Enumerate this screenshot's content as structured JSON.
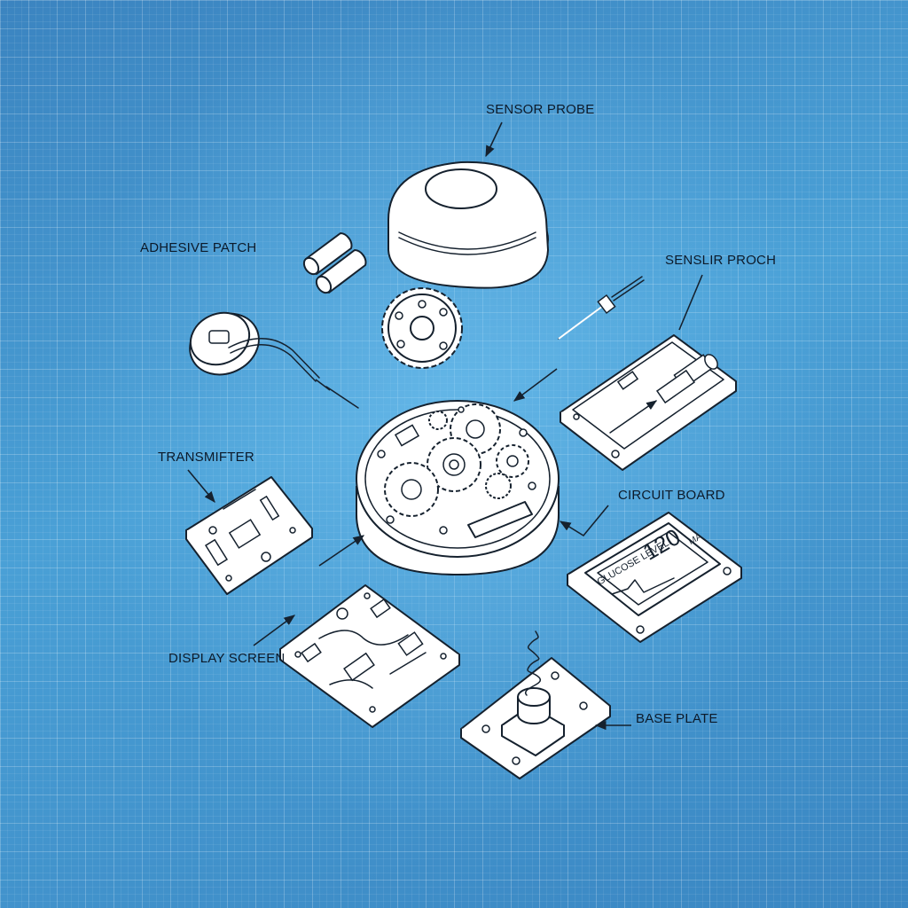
{
  "labels": {
    "sensor_probe": "SENSOR PROBE",
    "adhesive_patch": "ADHESIVE PATCH",
    "sensor_proch": "SENSLIR PROCH",
    "transmitter": "TRANSMIFTER",
    "circuit_board": "CIRCUIT BOARD",
    "display_screen": "DISPLAY SCREEN",
    "base_plate": "BASE PLATE"
  },
  "screen": {
    "caption": "GLUCOSE LEVEL:",
    "value": "120",
    "unit": "MA"
  },
  "colors": {
    "background": "#3f8fc8",
    "line": "#15212e",
    "part_fill": "#ffffff"
  }
}
